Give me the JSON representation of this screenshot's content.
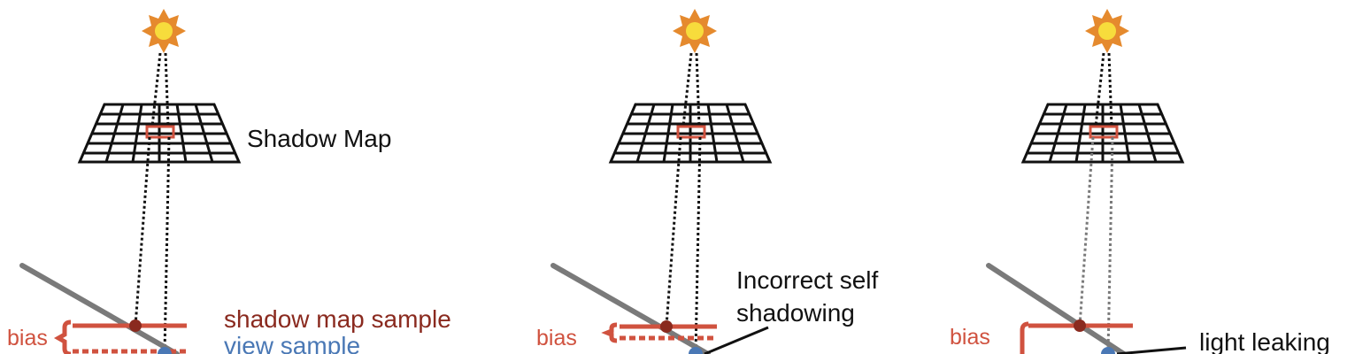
{
  "labels": {
    "shadow_map": "Shadow Map",
    "bias": "bias",
    "shadow_map_sample": "shadow map sample",
    "view_sample": "view sample",
    "incorrect_self": "Incorrect self",
    "shadowing": "shadowing",
    "light_leaking": "light leaking"
  },
  "colors": {
    "sun_fill": "#f7dc3c",
    "sun_ray": "#e58a2e",
    "bias_red": "#d0523f",
    "shadow_sample_text": "#8a2a1f",
    "view_sample_blue": "#4a78b5",
    "surface_gray": "#7a7a7a",
    "ink": "#111111"
  },
  "panels": [
    {
      "name": "panel-1-bias-normal"
    },
    {
      "name": "panel-2-bias-too-small"
    },
    {
      "name": "panel-3-bias-too-large"
    }
  ]
}
